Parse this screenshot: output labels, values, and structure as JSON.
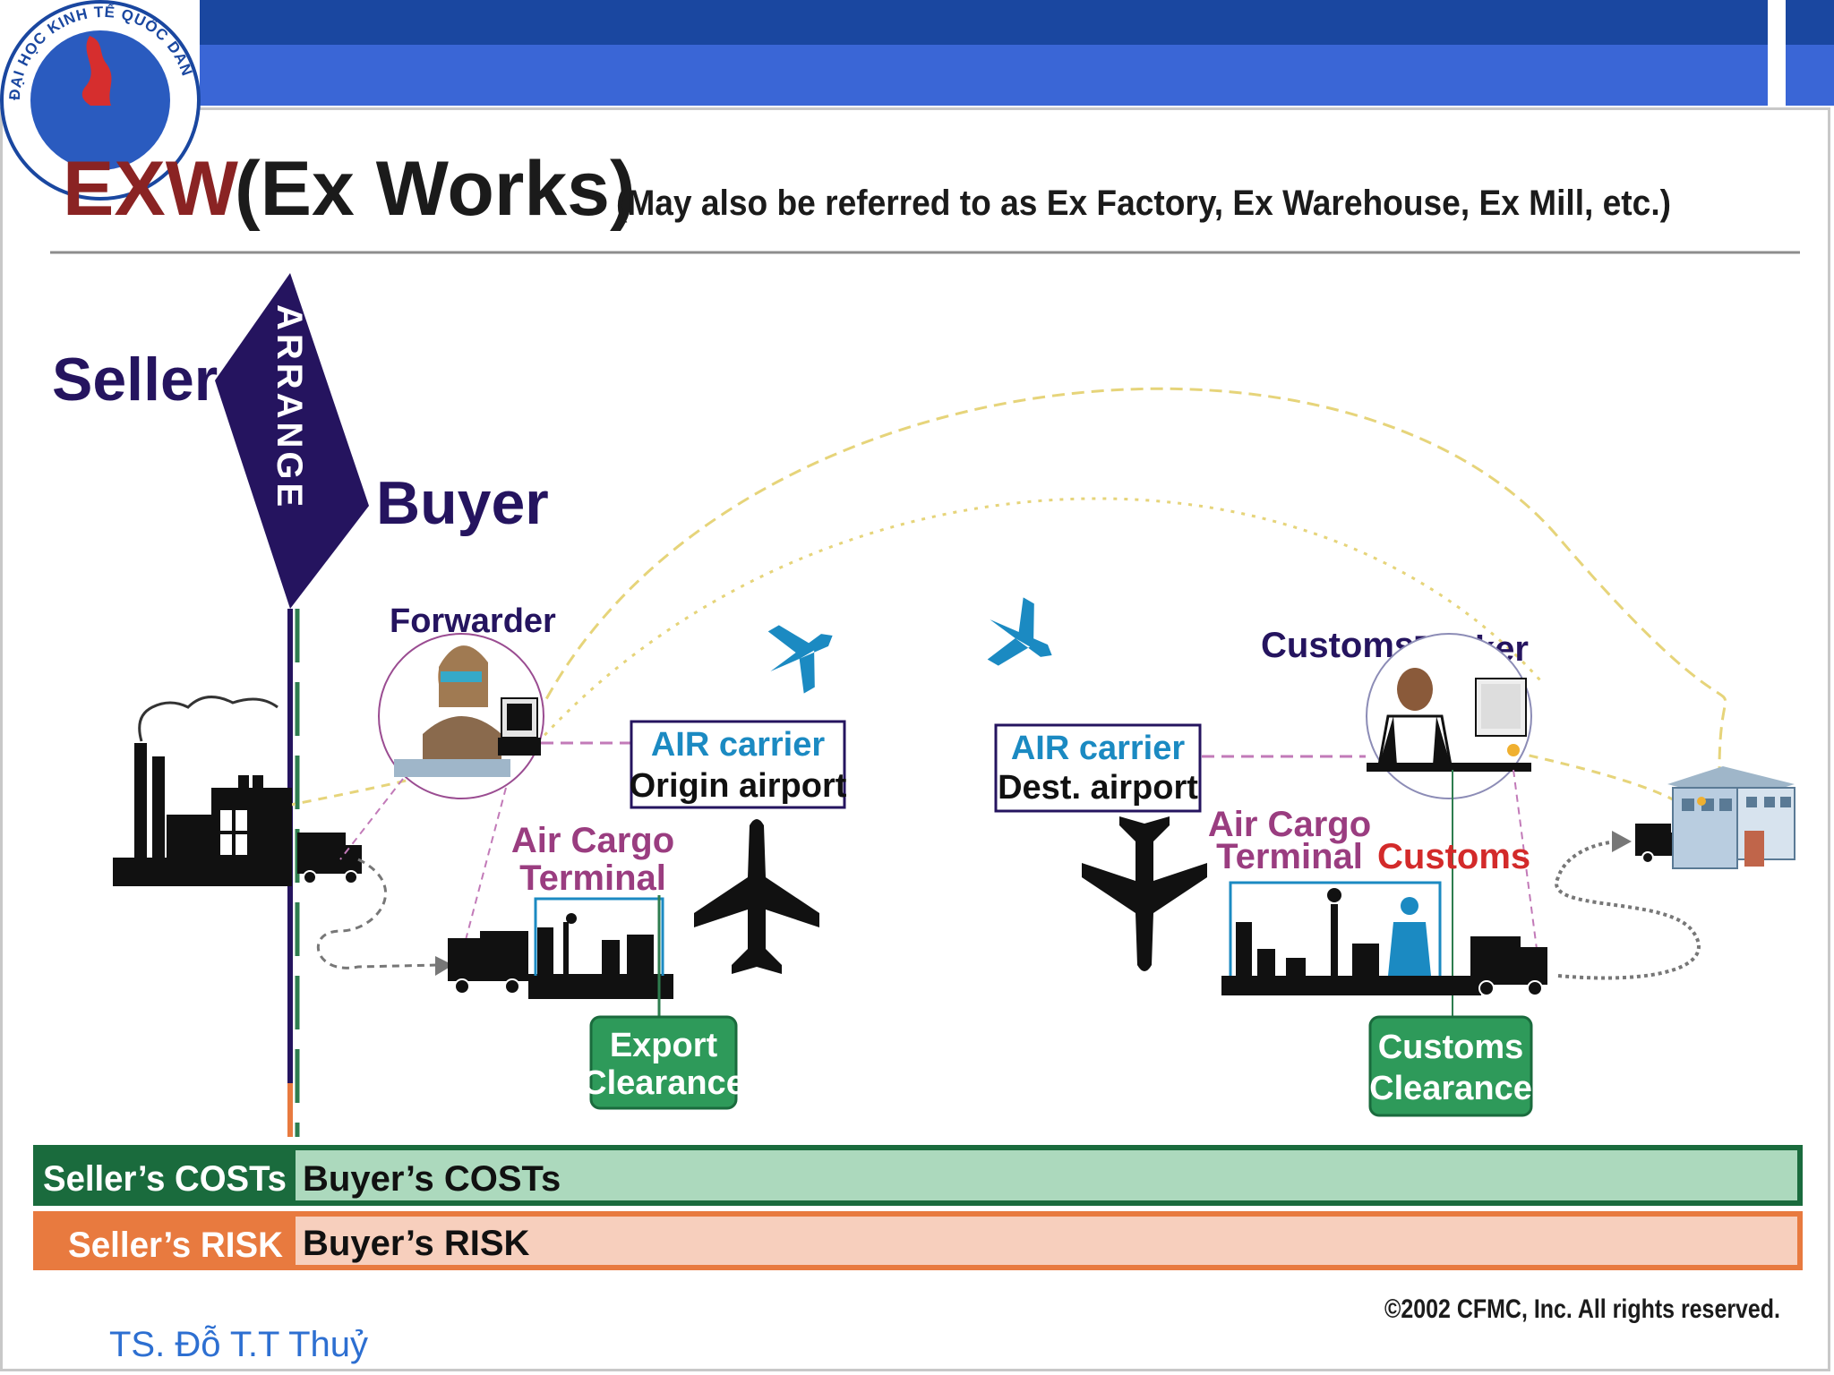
{
  "logo": {
    "arc_text": "ĐẠI HỌC KINH TẾ QUỐC DÂN"
  },
  "title": {
    "code": "EXW",
    "name": "(Ex Works)",
    "note": "(May also be referred to as Ex Factory, Ex Warehouse, Ex Mill, etc.)"
  },
  "parties": {
    "seller": "Seller",
    "arrange": "ARRANGE",
    "buyer": "Buyer",
    "forwarder": "Forwarder",
    "customs_broker_1": "Customs",
    "customs_broker_2": "Broker"
  },
  "origin_carrier": {
    "line1": "AIR carrier",
    "line2": "Origin airport"
  },
  "dest_carrier": {
    "line1": "AIR carrier",
    "line2": "Dest. airport"
  },
  "origin_terminal": {
    "line1": "Air Cargo",
    "line2": "Terminal"
  },
  "dest_terminal": {
    "line1": "Air Cargo",
    "line2": "Terminal"
  },
  "customs_label": "Customs",
  "export_clearance": {
    "line1": "Export",
    "line2": "Clearance"
  },
  "customs_clearance": {
    "line1": "Customs",
    "line2": "Clearance"
  },
  "costs": {
    "seller": "Seller’s COSTs",
    "buyer": "Buyer’s COSTs"
  },
  "risk": {
    "seller": "Seller’s RISK",
    "buyer": "Buyer’s RISK"
  },
  "copyright": "©2002 CFMC, Inc. All rights reserved.",
  "credit": "TS. Đỗ T.T Thuỷ",
  "colors": {
    "header_dark": "#1a47a0",
    "header_light": "#3a66d6",
    "navy": "#25145f",
    "title_red": "#8a2323",
    "carrier_blue": "#1b8ac2",
    "terminal_purple": "#9a3d80",
    "customs_red": "#d32a2a",
    "clearance_green": "#2e9a5a",
    "costs_green": "#acd9bd",
    "risk_orange": "#e87a3f",
    "risk_light": "#f7cfbd"
  },
  "icons": [
    "university-logo-icon",
    "factory-icon",
    "truck-icon",
    "forwarder-person-icon",
    "plane-icon",
    "customs-broker-icon",
    "warehouse-building-icon",
    "cargo-terminal-icon",
    "customs-officer-icon"
  ]
}
